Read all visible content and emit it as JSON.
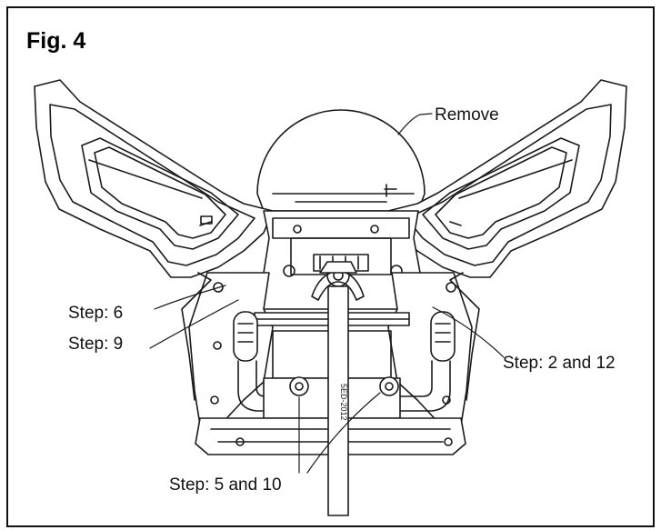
{
  "figure": {
    "title": "Fig. 4"
  },
  "callouts": {
    "remove": "Remove",
    "step_6": "Step: 6",
    "step_9": "Step: 9",
    "step_2_and_12": "Step: 2 and 12",
    "step_5_and_10": "Step: 5 and 10"
  },
  "tool": {
    "marking": "5ED-2012"
  },
  "colors": {
    "line": "#1a1a1a",
    "fill": "#ffffff",
    "shade": "#d8d8d8"
  }
}
